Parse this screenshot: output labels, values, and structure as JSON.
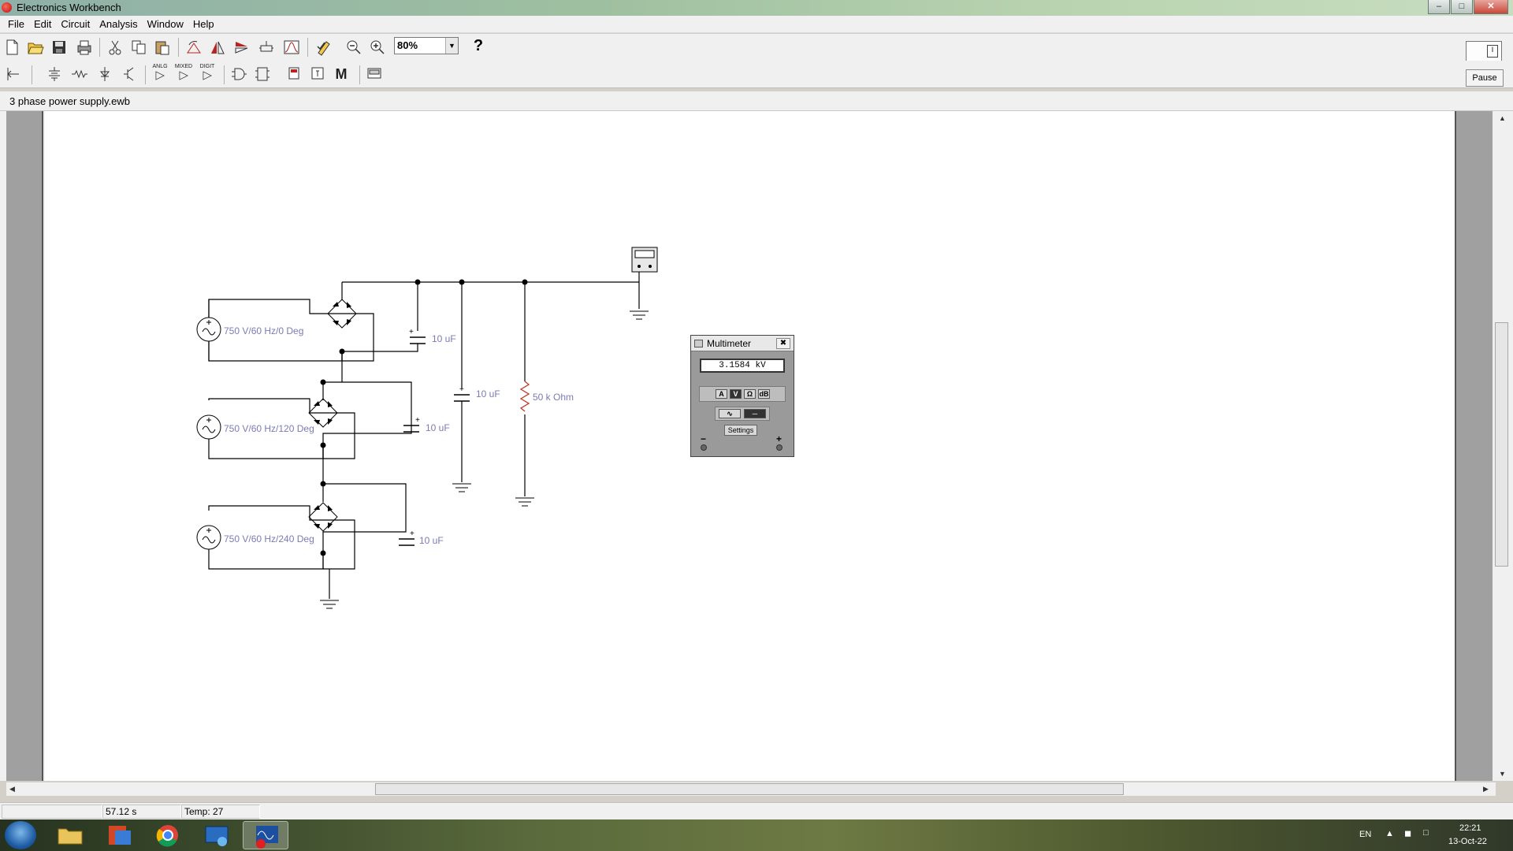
{
  "window": {
    "title": "Electronics Workbench"
  },
  "menu": [
    "File",
    "Edit",
    "Circuit",
    "Analysis",
    "Window",
    "Help"
  ],
  "toolbar": {
    "zoom": "80%",
    "help": "?",
    "pause_label": "Pause",
    "parts_bin_labels": [
      "ANLG",
      "MIXED",
      "DIGIT"
    ],
    "m_label": "M"
  },
  "document": {
    "title": "3 phase power supply.ewb"
  },
  "circuit": {
    "sources": [
      {
        "label": "750 V/60 Hz/0 Deg"
      },
      {
        "label": "750 V/60 Hz/120 Deg"
      },
      {
        "label": "750 V/60 Hz/240 Deg"
      }
    ],
    "capacitors": [
      "10 uF",
      "10 uF",
      "10 uF",
      "10 uF"
    ],
    "resistor": "50 k Ohm"
  },
  "multimeter": {
    "title": "Multimeter",
    "reading": "3.1584  kV",
    "modes": [
      "A",
      "V",
      "Ω",
      "dB"
    ],
    "active_mode": "V",
    "settings_label": "Settings",
    "terminal_minus": "−",
    "terminal_plus": "+"
  },
  "status": {
    "time": "57.12 s",
    "temp": "Temp:  27"
  },
  "tray": {
    "lang": "EN",
    "time": "22:21",
    "date": "13-Oct-22"
  }
}
